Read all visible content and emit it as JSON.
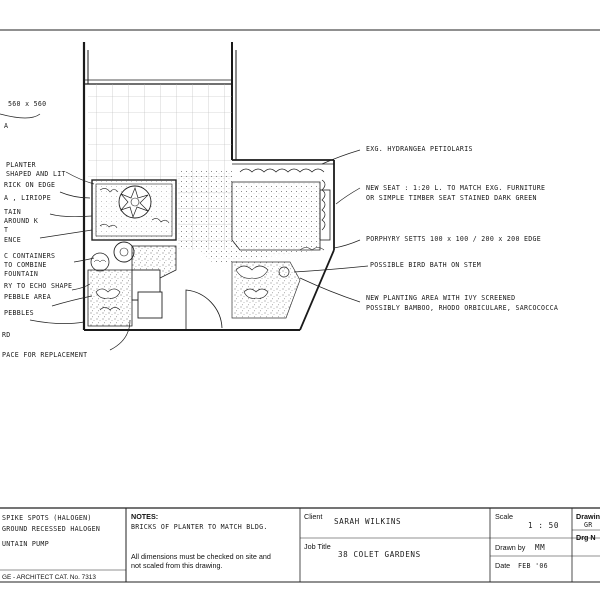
{
  "annotations_left": [
    "560 x 560",
    "A",
    "PLANTER",
    "SHAPED AND LIT",
    "RICK ON EDGE",
    "A , LIRIOPE",
    "TAIN",
    "AROUND K",
    "T",
    "ENCE",
    "C CONTAINERS",
    "TO COMBINE",
    "FOUNTAIN",
    "RY TO ECHO SHAPE",
    "PEBBLE AREA",
    "PEBBLES",
    "RD",
    "PACE FOR REPLACEMENT"
  ],
  "annotations_right": [
    "EXG. HYDRANGEA PETIOLARIS",
    "NEW SEAT : 1:20 L. TO MATCH EXG. FURNITURE",
    "OR SIMPLE TIMBER SEAT STAINED DARK GREEN",
    "PORPHYRY SETTS 100 x 100 / 200 x 200 EDGE",
    "POSSIBLE BIRD BATH ON STEM",
    "NEW PLANTING AREA WITH IVY SCREENED",
    "POSSIBLY BAMBOO, RHODO ORBICULARE, SARCOCOCCA"
  ],
  "title_block": {
    "lighting_lines": [
      "SPIKE SPOTS (HALOGEN)",
      "GROUND RECESSED HALOGEN",
      "UNTAIN PUMP"
    ],
    "footer": "GE - ARCHITECT CAT. No. 7313",
    "notes_label": "NOTES:",
    "notes_text": "BRICKS OF PLANTER TO MATCH BLDG.",
    "notes_disclaimer_1": "All dimensions must be checked on site and",
    "notes_disclaimer_2": "not scaled from this drawing.",
    "client_label": "Client",
    "client_value": "SARAH WILKINS",
    "job_title_label": "Job Title",
    "job_title_value": "38 COLET GARDENS",
    "scale_label": "Scale",
    "scale_value": "1 : 50",
    "drawn_by_label": "Drawn by",
    "drawn_by_value": "MM",
    "date_label": "Date",
    "date_value": "FEB '06",
    "drawing_label": "Drawin",
    "drawing_value": "GR",
    "drg_no_label": "Drg N"
  }
}
